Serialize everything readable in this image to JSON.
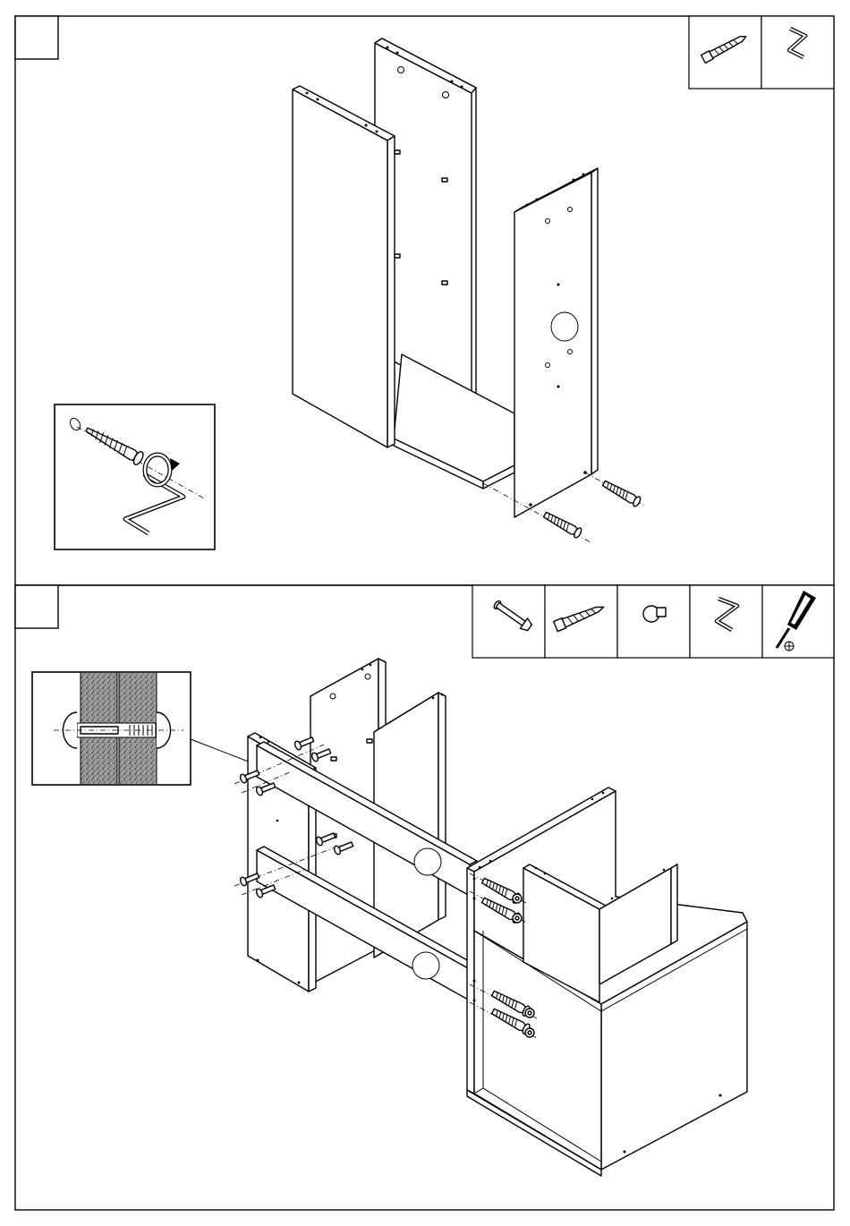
{
  "steps": [
    {
      "label": "",
      "hardware": [
        {
          "name": "cam-bolt-screw",
          "icon": "long-screw-icon"
        },
        {
          "name": "allen-key",
          "icon": "allen-key-icon"
        }
      ],
      "inset": {
        "name": "screw-insertion-detail"
      }
    },
    {
      "label": "",
      "hardware": [
        {
          "name": "connector-bolt",
          "icon": "connector-bolt-icon"
        },
        {
          "name": "wall-anchor-screw",
          "icon": "anchor-screw-icon"
        },
        {
          "name": "cap-nut",
          "icon": "cap-nut-icon"
        },
        {
          "name": "allen-key",
          "icon": "allen-key-icon"
        },
        {
          "name": "screwdriver",
          "icon": "phillips-screwdriver-icon"
        }
      ],
      "inset": {
        "name": "bolt-cross-section-detail"
      }
    }
  ],
  "colors": {
    "line": "#000000",
    "paper": "#ffffff",
    "granite": "#8a8a8a"
  }
}
